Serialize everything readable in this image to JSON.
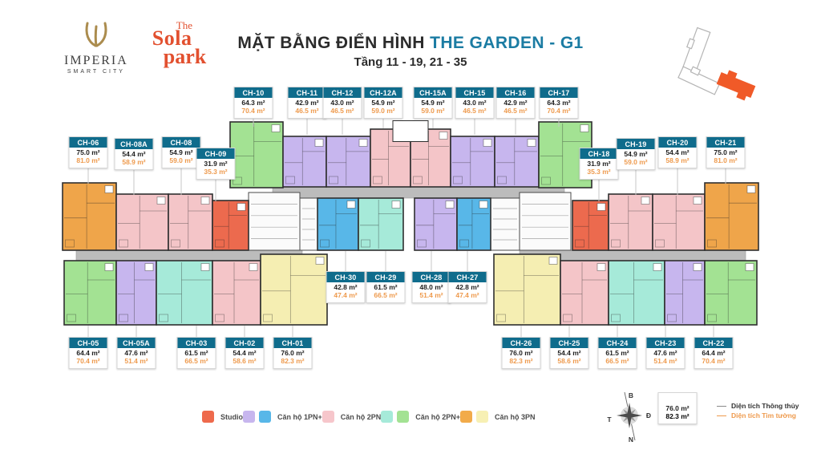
{
  "brand": {
    "imperia_name": "IMPERIA",
    "imperia_sub": "SMART CITY",
    "sola_the": "The",
    "sola_main": "Sola",
    "sola_park": "park"
  },
  "header": {
    "title_black": "MẶT BẰNG ĐIỂN HÌNH",
    "title_accent": "THE GARDEN - G1",
    "subtitle": "Tầng 11 - 19, 21 - 35"
  },
  "units": {
    "top": [
      {
        "id": "CH-10",
        "a1": "64.3 m²",
        "a2": "70.4 m²"
      },
      {
        "id": "CH-11",
        "a1": "42.9 m²",
        "a2": "46.5 m²"
      },
      {
        "id": "CH-12",
        "a1": "43.0 m²",
        "a2": "46.5 m²"
      },
      {
        "id": "CH-12A",
        "a1": "54.9 m²",
        "a2": "59.0 m²"
      },
      {
        "id": "CH-15A",
        "a1": "54.9 m²",
        "a2": "59.0 m²"
      },
      {
        "id": "CH-15",
        "a1": "43.0 m²",
        "a2": "46.5 m²"
      },
      {
        "id": "CH-16",
        "a1": "42.9 m²",
        "a2": "46.5 m²"
      },
      {
        "id": "CH-17",
        "a1": "64.3 m²",
        "a2": "70.4 m²"
      }
    ],
    "upper_left": [
      {
        "id": "CH-06",
        "a1": "75.0 m²",
        "a2": "81.0 m²"
      },
      {
        "id": "CH-08A",
        "a1": "54.4 m²",
        "a2": "58.9 m²"
      },
      {
        "id": "CH-08",
        "a1": "54.9 m²",
        "a2": "59.0 m²"
      },
      {
        "id": "CH-09",
        "a1": "31.9 m²",
        "a2": "35.3 m²"
      }
    ],
    "upper_right": [
      {
        "id": "CH-18",
        "a1": "31.9 m²",
        "a2": "35.3 m²"
      },
      {
        "id": "CH-19",
        "a1": "54.9 m²",
        "a2": "59.0 m²"
      },
      {
        "id": "CH-20",
        "a1": "54.4 m²",
        "a2": "58.9 m²"
      },
      {
        "id": "CH-21",
        "a1": "75.0 m²",
        "a2": "81.0 m²"
      }
    ],
    "middle": [
      {
        "id": "CH-30",
        "a1": "42.8 m²",
        "a2": "47.4 m²"
      },
      {
        "id": "CH-29",
        "a1": "61.5 m²",
        "a2": "66.5 m²"
      },
      {
        "id": "CH-28",
        "a1": "48.0 m²",
        "a2": "51.4 m²"
      },
      {
        "id": "CH-27",
        "a1": "42.8 m²",
        "a2": "47.4 m²"
      }
    ],
    "bottom_left": [
      {
        "id": "CH-05",
        "a1": "64.4 m²",
        "a2": "70.4 m²"
      },
      {
        "id": "CH-05A",
        "a1": "47.6 m²",
        "a2": "51.4 m²"
      },
      {
        "id": "CH-03",
        "a1": "61.5 m²",
        "a2": "66.5 m²"
      },
      {
        "id": "CH-02",
        "a1": "54.4 m²",
        "a2": "58.6 m²"
      },
      {
        "id": "CH-01",
        "a1": "76.0 m²",
        "a2": "82.3 m²"
      }
    ],
    "bottom_right": [
      {
        "id": "CH-26",
        "a1": "76.0 m²",
        "a2": "82.3 m²"
      },
      {
        "id": "CH-25",
        "a1": "54.4 m²",
        "a2": "58.6 m²"
      },
      {
        "id": "CH-24",
        "a1": "61.5 m²",
        "a2": "66.5 m²"
      },
      {
        "id": "CH-23",
        "a1": "47.6 m²",
        "a2": "51.4 m²"
      },
      {
        "id": "CH-22",
        "a1": "64.4 m²",
        "a2": "70.4 m²"
      }
    ]
  },
  "legend": [
    {
      "label": "Studio",
      "colors": [
        "#ee6a4c"
      ]
    },
    {
      "label": "Căn hộ 1PN+",
      "colors": [
        "#c7b6ee",
        "#58b7e8"
      ]
    },
    {
      "label": "Căn hộ 2PN",
      "colors": [
        "#f6c6cb"
      ]
    },
    {
      "label": "Căn hộ 2PN+",
      "colors": [
        "#a6ead9",
        "#a3e293"
      ]
    },
    {
      "label": "Căn hộ 3PN",
      "colors": [
        "#f2ab4a",
        "#f7f0b4"
      ]
    }
  ],
  "compass": {
    "north": "B",
    "east": "Đ",
    "west": "T",
    "south": "N"
  },
  "annotation": {
    "unit": "CH-01",
    "a1": "76.0 m²",
    "a2": "82.3 m²",
    "label1": "Diện tích Thông thủy",
    "label2": "Diện tích Tim tường"
  },
  "colors": {
    "accent_teal": "#1b7ca3",
    "label_header_bg": "#0f6c8c",
    "area_black": "#1e1e1e",
    "area_orange": "#ee9a4d",
    "studio": "#ec6a4e",
    "pn1_purple": "#c7b6ee",
    "pn1_blue": "#58b7e8",
    "pn2_pink": "#f4c5c8",
    "pn2p_mint": "#a6ead9",
    "pn2p_green": "#a3e293",
    "pn3_orange": "#efa54a",
    "pn3_yellow": "#f5eeb2",
    "corridor": "#bcbcbc",
    "sola_red": "#e2502f",
    "imperia_gold": "#ab8c4e",
    "site_orange": "#f05a28",
    "outline": "#2f2f2f"
  }
}
